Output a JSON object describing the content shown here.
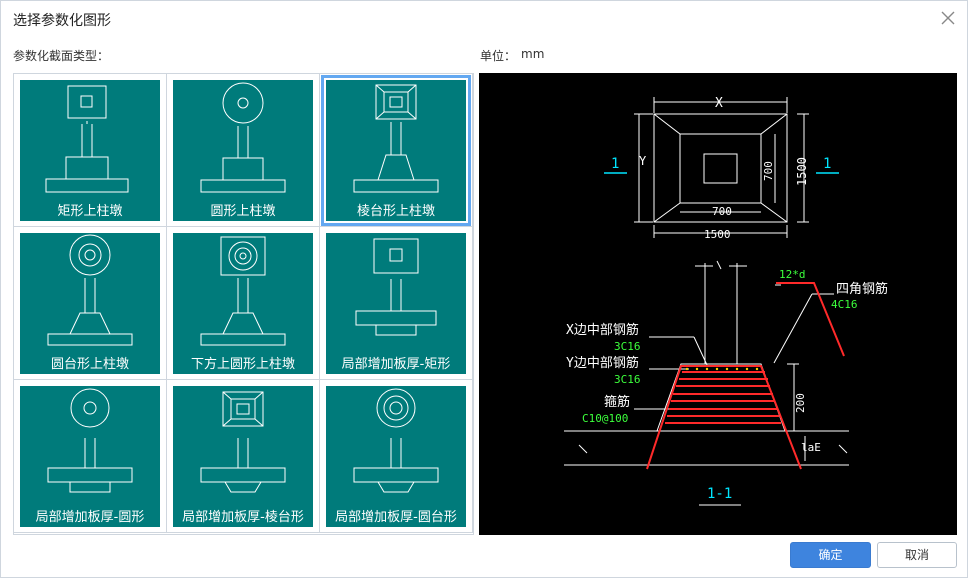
{
  "dialog": {
    "title": "选择参数化图形",
    "section_label": "参数化截面类型：",
    "unit_label": "单位：",
    "unit_value": "mm"
  },
  "shapes": [
    {
      "label": "矩形上柱墩"
    },
    {
      "label": "圆形上柱墩"
    },
    {
      "label": "棱台形上柱墩",
      "selected": true
    },
    {
      "label": "圆台形上柱墩"
    },
    {
      "label": "下方上圆形上柱墩"
    },
    {
      "label": "局部增加板厚-矩形"
    },
    {
      "label": "局部增加板厚-圆形"
    },
    {
      "label": "局部增加板厚-棱台形"
    },
    {
      "label": "局部增加板厚-圆台形"
    }
  ],
  "preview": {
    "dim_x": "X",
    "dim_y": "Y",
    "dim_700_h": "700",
    "dim_700_v": "700",
    "dim_1500_h": "1500",
    "dim_1500_v": "1500",
    "section_mark_left": "1",
    "section_mark_right": "1",
    "corner_bar_label": "四角钢筋",
    "corner_bar_value": "4C16",
    "hook_label": "12*d",
    "x_bar_label": "X边中部钢筋",
    "x_bar_value": "3C16",
    "y_bar_label": "Y边中部钢筋",
    "y_bar_value": "3C16",
    "stirrup_label": "箍筋",
    "stirrup_value": "C10@100",
    "dim_200": "200",
    "lae_label": "laE",
    "section_title": "1-1"
  },
  "buttons": {
    "ok": "确定",
    "cancel": "取消"
  },
  "colors": {
    "card_bg": "#007b7b",
    "selected_outline": "#63a8f1",
    "primary_button": "#3e84de",
    "preview_bg": "#000000",
    "cad_cyan": "#00e5ff",
    "cad_green": "#3cff3c",
    "cad_red": "#ff2a2a"
  }
}
